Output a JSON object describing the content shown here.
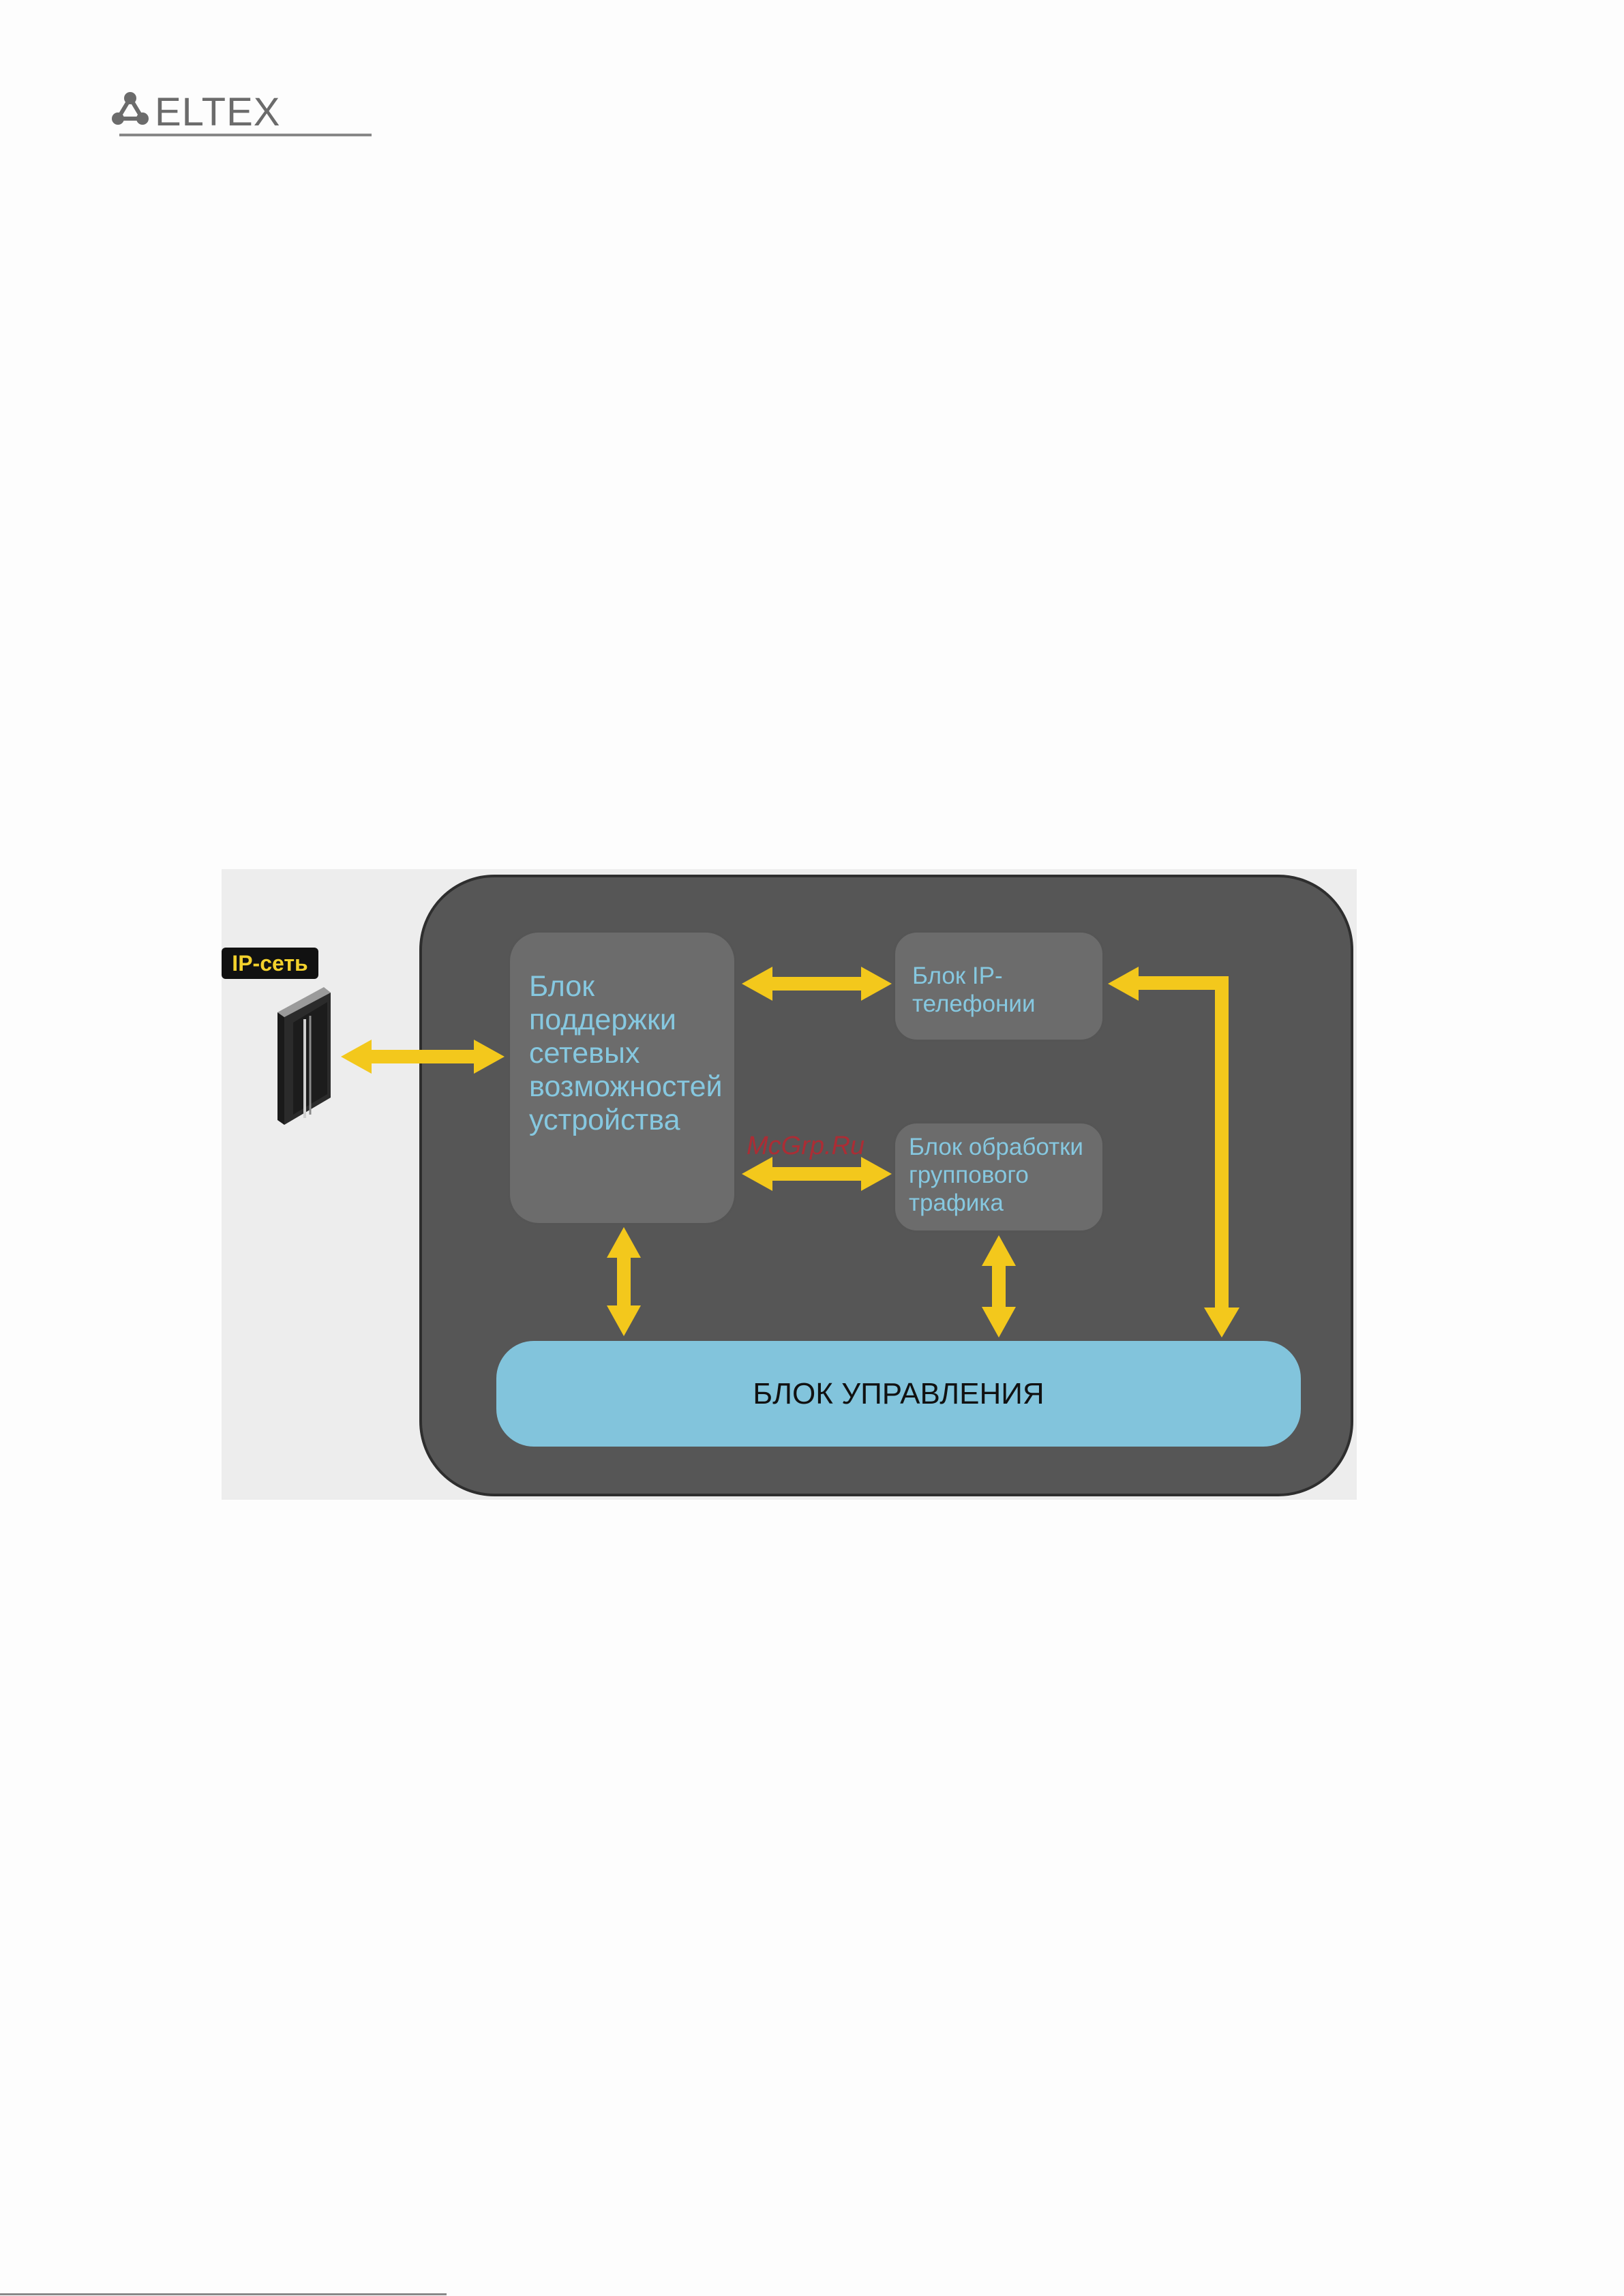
{
  "brand": {
    "name": "ELTEX"
  },
  "diagram": {
    "network_label": "IP-сеть",
    "blocks": {
      "network_support": [
        "Блок",
        "поддержки",
        "сетевых",
        "возможностей",
        "устройства"
      ],
      "ip_telephony": [
        "Блок IP-",
        "телефонии"
      ],
      "group_traffic": [
        "Блок обработки",
        "группового",
        "трафика"
      ],
      "control": "БЛОК УПРАВЛЕНИЯ"
    },
    "watermark": "McGrp.Ru",
    "colors": {
      "panel": "#565656",
      "block": "#6c6c6c",
      "block_text": "#86c8e0",
      "control": "#82c4dc",
      "arrow": "#f3c81c"
    }
  }
}
